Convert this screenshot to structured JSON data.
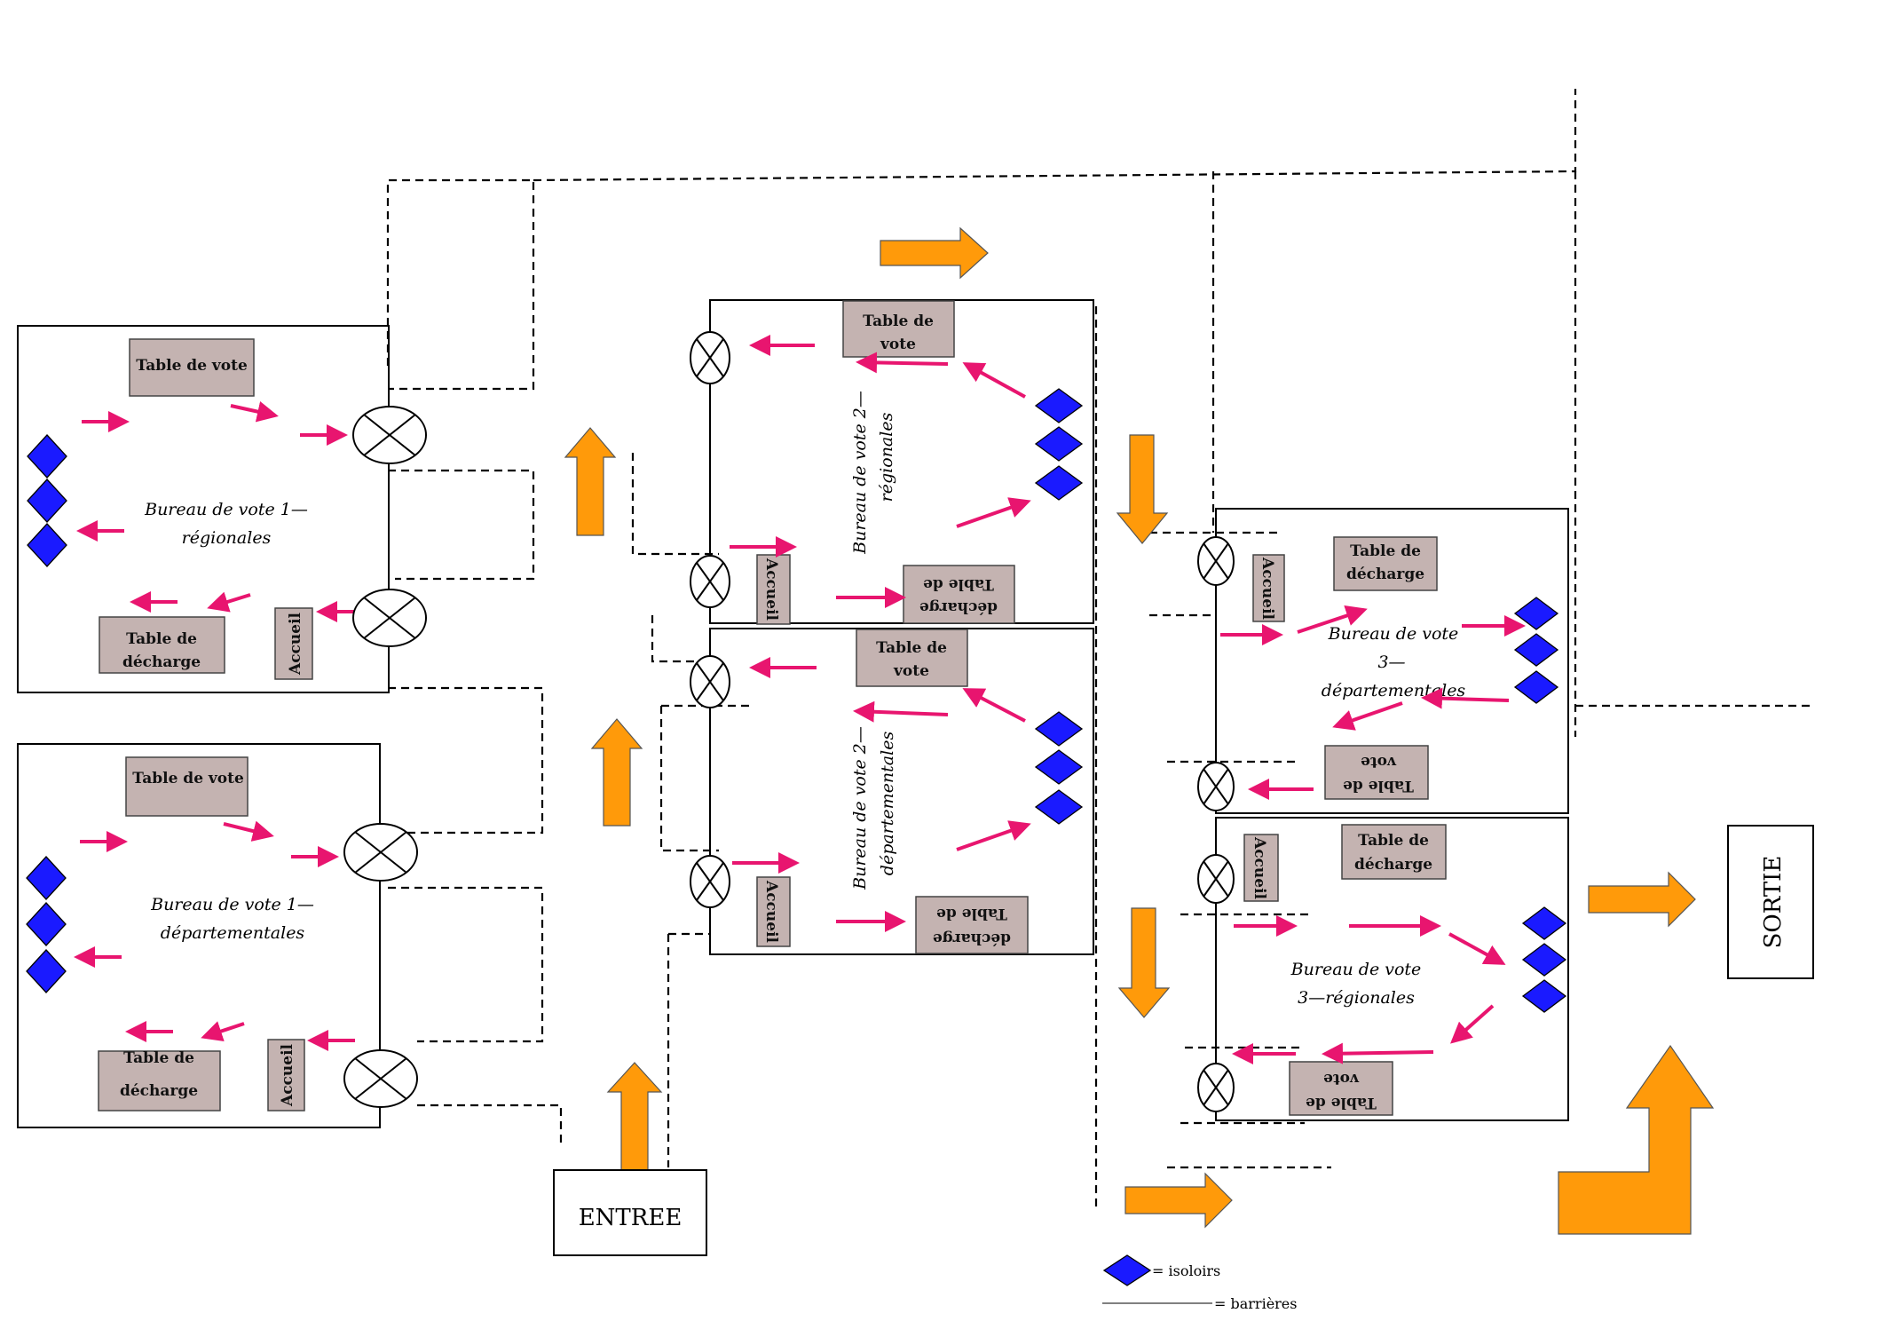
{
  "offices": {
    "b1r": {
      "label_l1": "Bureau de vote 1—",
      "label_l2": "régionales"
    },
    "b1d": {
      "label_l1": "Bureau de vote 1—",
      "label_l2": "départementales"
    },
    "b2r": {
      "label_l1": "Bureau de vote 2—",
      "label_l2": "régionales"
    },
    "b2d": {
      "label_l1": "Bureau de vote 2—",
      "label_l2": "départementales"
    },
    "b3d": {
      "label_l1": "Bureau de vote",
      "label_l2": "3—",
      "label_l3": "départementales"
    },
    "b3r": {
      "label_l1": "Bureau de vote",
      "label_l2": "3—régionales"
    }
  },
  "labels": {
    "table_vote_single": "Table de vote",
    "table_de": "Table de",
    "vote": "vote",
    "decharge": "décharge",
    "accueil": "Accueil"
  },
  "entry": {
    "label": "ENTREE"
  },
  "exit": {
    "label": "SORTIE"
  },
  "legend": {
    "isoloirs": "= isoloirs",
    "barrieres": "= barrières"
  },
  "colors": {
    "isoloir": "#1a1aff",
    "flow_arrow": "#e8156f",
    "route_arrow": "#ff9a0a",
    "table": "#c4b3b1"
  }
}
